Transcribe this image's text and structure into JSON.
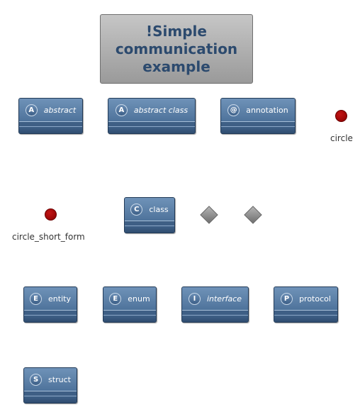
{
  "title": "!Simple\ncommunication\nexample",
  "elements": [
    {
      "name": "abstract",
      "badge": "A",
      "italic": true
    },
    {
      "name": "abstract class",
      "badge": "A",
      "italic": true
    },
    {
      "name": "annotation",
      "badge": "@",
      "italic": false
    },
    {
      "name": "class",
      "badge": "C",
      "italic": false
    },
    {
      "name": "entity",
      "badge": "E",
      "italic": false
    },
    {
      "name": "enum",
      "badge": "E",
      "italic": false
    },
    {
      "name": "interface",
      "badge": "I",
      "italic": true
    },
    {
      "name": "protocol",
      "badge": "P",
      "italic": false
    },
    {
      "name": "struct",
      "badge": "S",
      "italic": false
    }
  ],
  "circles": [
    {
      "label": "circle"
    },
    {
      "label": "circle_short_form"
    }
  ],
  "diamonds": 2,
  "colors": {
    "class_fill": "#4c6f96",
    "class_border": "#223a57",
    "title_fill": "#aaaaaa",
    "title_text": "#2c4a6e",
    "circle_fill": "#a00000",
    "diamond_fill": "#8c8c8c"
  }
}
